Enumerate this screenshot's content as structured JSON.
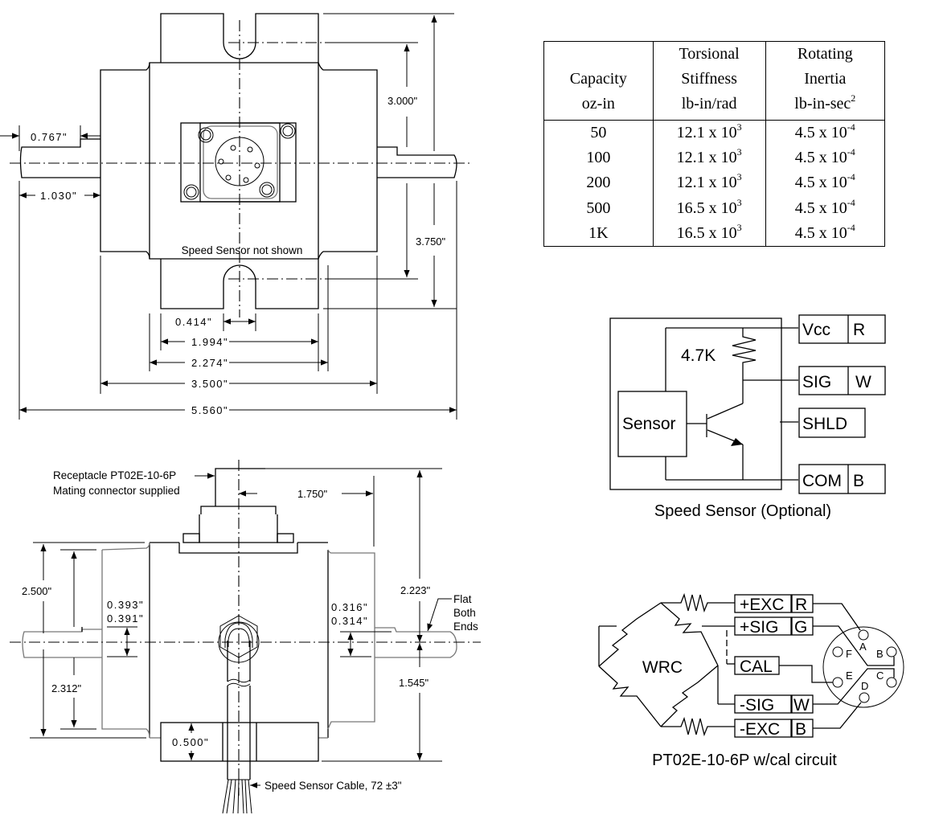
{
  "top_view": {
    "note": "Speed Sensor not shown",
    "dims": {
      "d_0767": "0.767\"",
      "d_1030": "1.030\"",
      "d_3000": "3.000\"",
      "d_3750": "3.750\"",
      "d_0414": "0.414\"",
      "d_1994": "1.994\"",
      "d_2274": "2.274\"",
      "d_3500": "3.500\"",
      "d_5560": "5.560\""
    }
  },
  "side_view": {
    "receptacle_line1": "Receptacle PT02E-10-6P",
    "receptacle_line2": "Mating connector supplied",
    "flat_line1": "Flat",
    "flat_line2": "Both",
    "flat_line3": "Ends",
    "cable_note": "Speed Sensor Cable, 72 ±3\"",
    "dims": {
      "d_1750": "1.750\"",
      "d_2500": "2.500\"",
      "d_2312": "2.312\"",
      "d_0393": "0.393\"",
      "d_0391": "0.391\"",
      "d_0316": "0.316\"",
      "d_0314": "0.314\"",
      "d_2223": "2.223\"",
      "d_1545": "1.545\"",
      "d_0500": "0.500\""
    }
  },
  "spec_table": {
    "headers": [
      {
        "l1": "",
        "l2": "Capacity",
        "l3": "oz-in",
        "sup": ""
      },
      {
        "l1": "Torsional",
        "l2": "Stiffness",
        "l3": "lb-in/rad",
        "sup": ""
      },
      {
        "l1": "Rotating",
        "l2": "Inertia",
        "l3": "lb-in-sec",
        "sup": "2"
      }
    ],
    "rows": [
      {
        "capacity": "50",
        "stiffness": "12.1 x 10",
        "stiffness_exp": "3",
        "inertia": "4.5 x 10",
        "inertia_exp": "-4"
      },
      {
        "capacity": "100",
        "stiffness": "12.1 x 10",
        "stiffness_exp": "3",
        "inertia": "4.5 x 10",
        "inertia_exp": "-4"
      },
      {
        "capacity": "200",
        "stiffness": "12.1 x 10",
        "stiffness_exp": "3",
        "inertia": "4.5 x 10",
        "inertia_exp": "-4"
      },
      {
        "capacity": "500",
        "stiffness": "16.5 x 10",
        "stiffness_exp": "3",
        "inertia": "4.5 x 10",
        "inertia_exp": "-4"
      },
      {
        "capacity": "1K",
        "stiffness": "16.5 x 10",
        "stiffness_exp": "3",
        "inertia": "4.5 x 10",
        "inertia_exp": "-4"
      }
    ]
  },
  "speed_sensor": {
    "caption": "Speed Sensor (Optional)",
    "resistor": "4.7K",
    "sensor_label": "Sensor",
    "terminals": [
      {
        "signal": "Vcc",
        "color": "R"
      },
      {
        "signal": "SIG",
        "color": "W"
      },
      {
        "signal": "SHLD",
        "color": ""
      },
      {
        "signal": "COM",
        "color": "B"
      }
    ]
  },
  "wiring": {
    "caption": "PT02E-10-6P w/cal circuit",
    "bridge_label": "WRC",
    "terminals": [
      {
        "signal": "+EXC",
        "color": "R"
      },
      {
        "signal": "+SIG",
        "color": "G"
      },
      {
        "signal": "CAL",
        "color": ""
      },
      {
        "signal": "-SIG",
        "color": "W"
      },
      {
        "signal": "-EXC",
        "color": "B"
      }
    ],
    "pins": [
      "A",
      "B",
      "C",
      "D",
      "E",
      "F"
    ]
  }
}
